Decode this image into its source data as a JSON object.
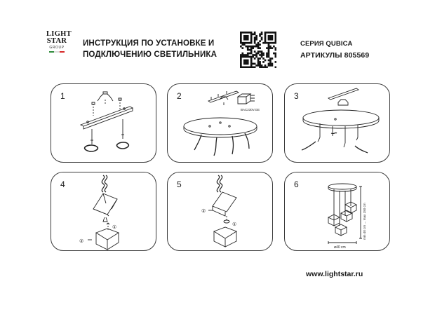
{
  "header": {
    "logo": {
      "line1": "LIGHT",
      "line2": "STAR",
      "line3": "GROUP"
    },
    "title_line1": "ИНСТРУКЦИЯ ПО УСТАНОВКЕ И",
    "title_line2": "ПОДКЛЮЧЕНИЮ СВЕТИЛЬНИКА",
    "series": "СЕРИЯ QUBICA",
    "article": "АРТИКУЛЫ 805569"
  },
  "steps": [
    {
      "number": "1"
    },
    {
      "number": "2",
      "wiring_label": "BAC230V.GE"
    },
    {
      "number": "3"
    },
    {
      "number": "4",
      "callout_1": "①",
      "callout_2": "②"
    },
    {
      "number": "5",
      "callout_1": "①",
      "callout_2": "②"
    },
    {
      "number": "6",
      "dim_height": "min 40 cm ... max 150 cm",
      "dim_diameter": "ø40 cm"
    }
  ],
  "footer": {
    "url": "www.lightstar.ru"
  },
  "colors": {
    "logo_stripe": [
      "#2e8b3a",
      "#ffffff",
      "#d62828"
    ],
    "line": "#222222"
  }
}
